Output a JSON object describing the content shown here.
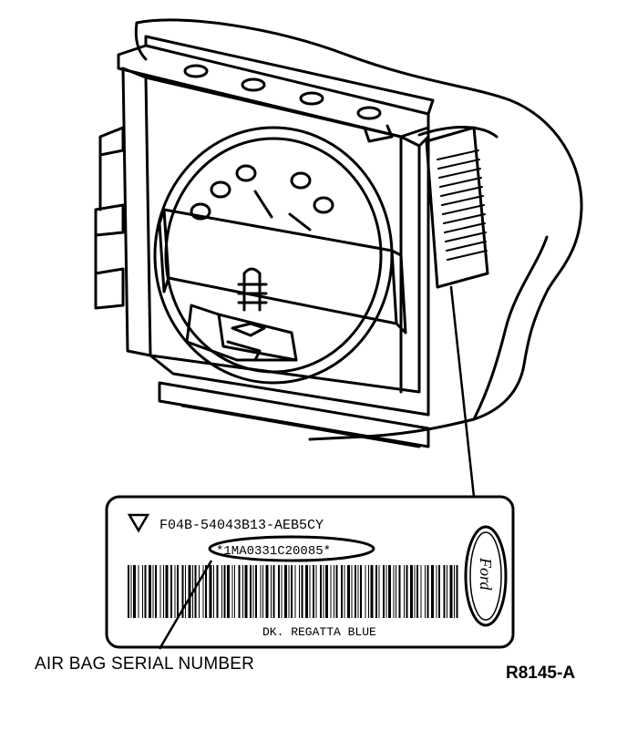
{
  "label": {
    "part_number": "F04B-54043B13-AEB5CY",
    "serial_number": "*1MA0331C20085*",
    "color_name": "DK. REGATTA BLUE",
    "brand_logo_text": "Ford"
  },
  "callouts": {
    "serial_number_caption": "AIR BAG SERIAL NUMBER"
  },
  "figure_id": "R8145-A"
}
